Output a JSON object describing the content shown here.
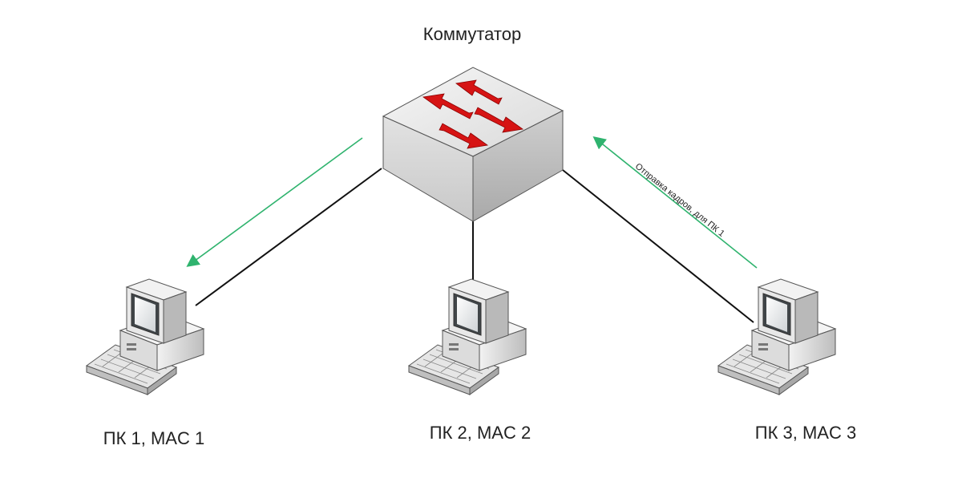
{
  "switch": {
    "title": "Коммутатор",
    "icon": "network-switch-icon"
  },
  "hosts": [
    {
      "label": "ПК 1, MAC 1",
      "icon": "desktop-computer-icon"
    },
    {
      "label": "ПК 2, MAC 2",
      "icon": "desktop-computer-icon"
    },
    {
      "label": "ПК 3, MAC 3",
      "icon": "desktop-computer-icon"
    }
  ],
  "flow": {
    "label": "Отправка кадров, для ПК 1"
  },
  "colors": {
    "link": "#111111",
    "flow_arrow": "#2fb36e",
    "switch_arrow": "#d61414",
    "switch_top": "#e9e9e9",
    "switch_left": "#d6d6d6",
    "switch_right": "#bdbdbd"
  }
}
